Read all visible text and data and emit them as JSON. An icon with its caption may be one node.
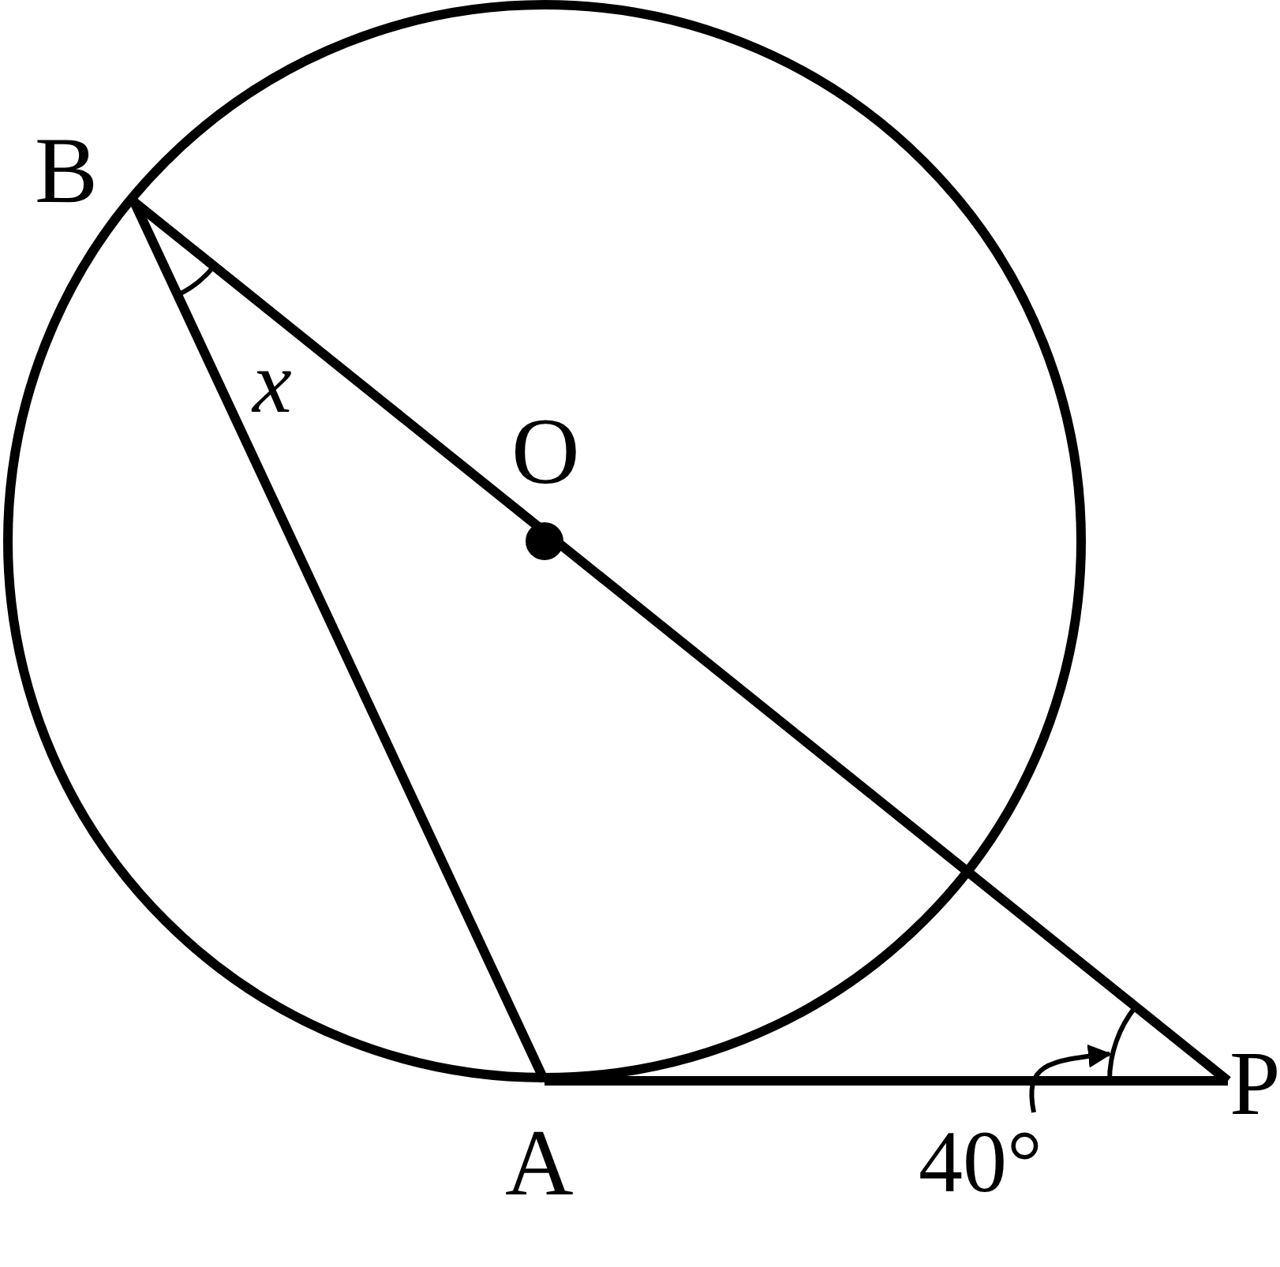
{
  "diagram": {
    "nodes": [
      {
        "text": [
          "B"
        ]
      },
      {
        "text": [
          "O"
        ]
      },
      {
        "text": [
          "A"
        ]
      },
      {
        "text": [
          "P"
        ]
      },
      {
        "text": [
          "40°"
        ]
      },
      {
        "text": [],
        "shape": "arc"
      }
    ],
    "edges": [
      {
        "from": 0,
        "to": 2,
        "arrow": "none"
      },
      {
        "from": 0,
        "to": 3,
        "arrow": "none"
      },
      {
        "from": 2,
        "to": 3,
        "arrow": "none"
      },
      {
        "from": 4,
        "to": 5,
        "arrow": "to"
      }
    ],
    "labels": [
      "x"
    ]
  }
}
